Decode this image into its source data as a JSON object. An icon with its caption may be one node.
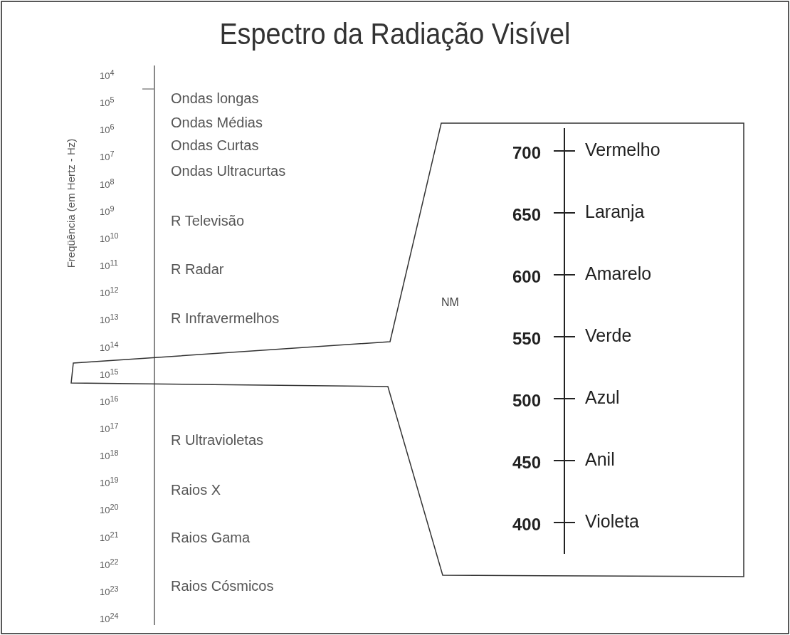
{
  "diagram": {
    "title": "Espectro da Radiação Visível",
    "labels": [
      "10$^{4}$",
      "10$^{5}$",
      "10$^{6}$",
      "10$^{7}$",
      "10$^{8}$",
      "10$^{9}$",
      "10$^{10}$",
      "10$^{11}$",
      "10$^{12}$",
      "10$^{13}$",
      "10$^{14}$",
      "10$^{15}$",
      "10$^{16}$",
      "10$^{17}$",
      "10$^{18}$",
      "10$^{19}$",
      "10$^{20}$",
      "10$^{21}$",
      "10$^{22}$",
      "10$^{23}$",
      "10$^{24}$",
      "Freqüência (em Hertz - Hz)",
      "Ondas longas",
      "Ondas Médias",
      "Ondas Curtas",
      "Ondas Ultracurtas",
      "R Televisão",
      "R Radar",
      "R Infravermelhos",
      "R Ultravioletas",
      "Raios X",
      "Raios Gama",
      "Raios Cósmicos",
      "NM",
      "700",
      "650",
      "600",
      "550",
      "500",
      "450",
      "400",
      "Vermelho",
      "Laranja",
      "Amarelo",
      "Verde",
      "Azul",
      "Anil",
      "Violeta"
    ]
  }
}
